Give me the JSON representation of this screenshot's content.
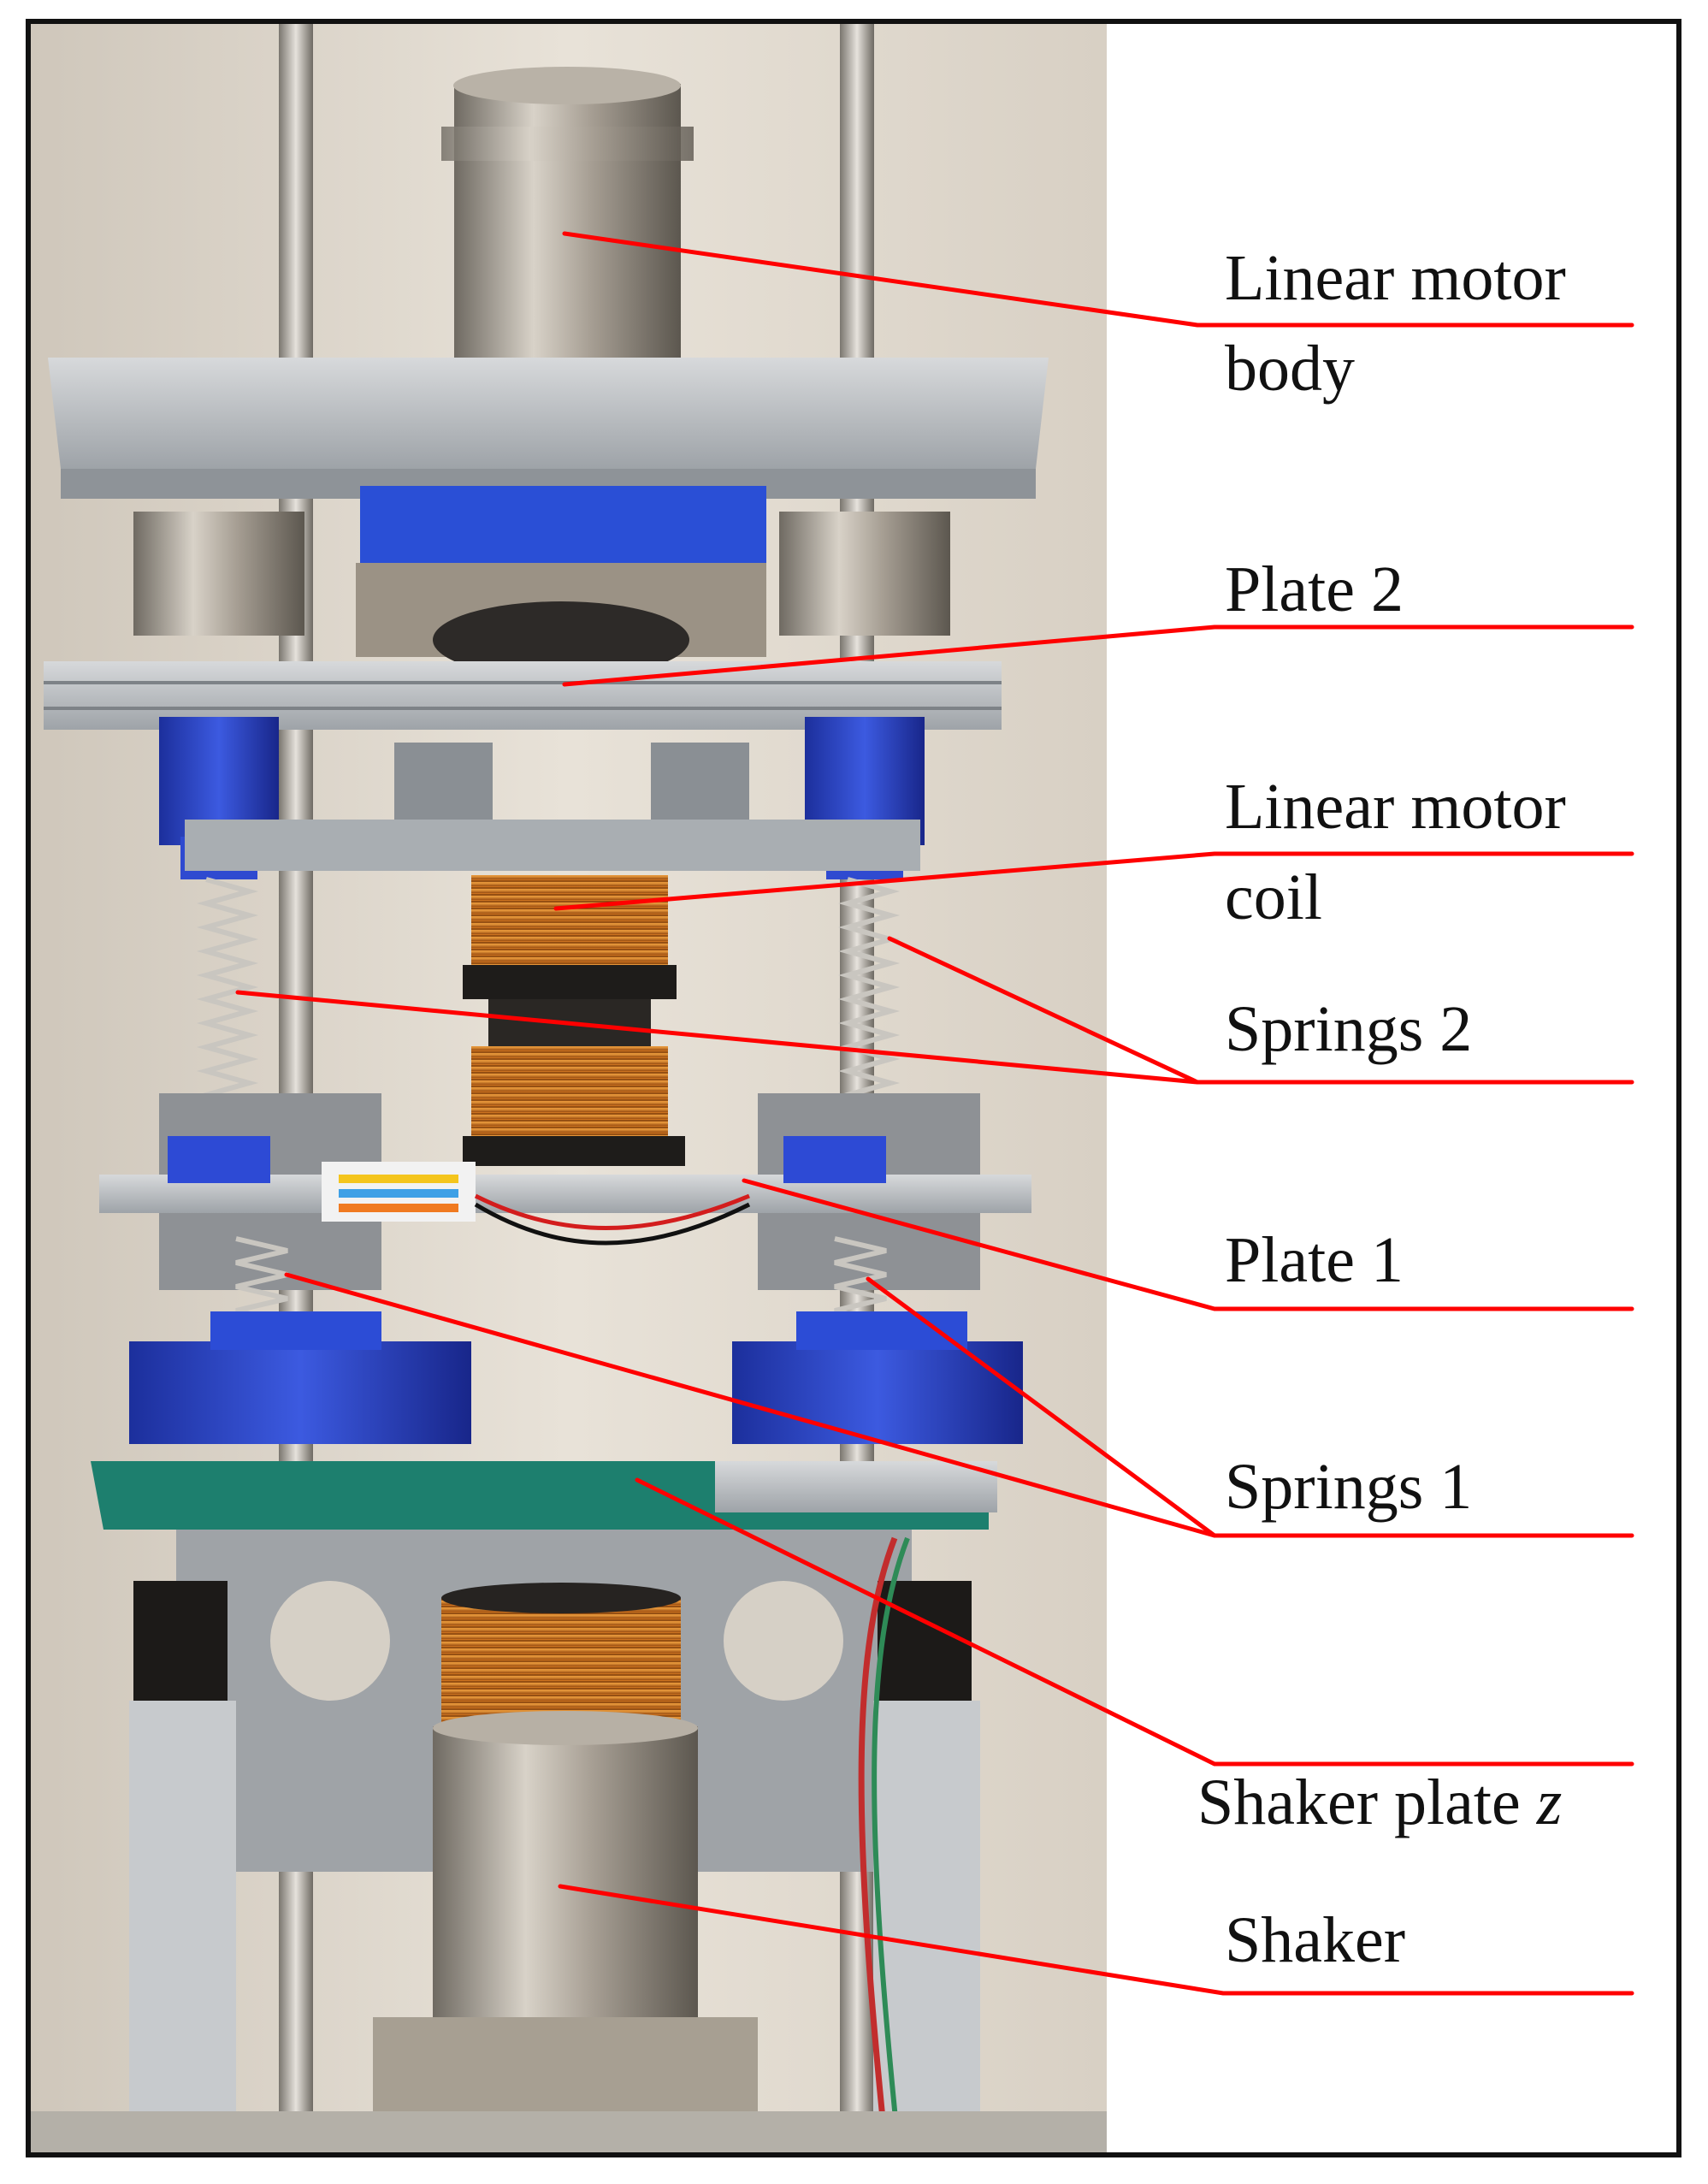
{
  "figure": {
    "background_color": "#f2eee7",
    "leader_color": "#ff0000"
  },
  "callouts": [
    {
      "id": "linear-motor-body",
      "text": "Linear motor\nbody"
    },
    {
      "id": "plate-2",
      "text": "Plate 2"
    },
    {
      "id": "linear-motor-coil",
      "text": "Linear motor\ncoil"
    },
    {
      "id": "springs-2",
      "text": "Springs 2"
    },
    {
      "id": "plate-1",
      "text": "Plate 1"
    },
    {
      "id": "springs-1",
      "text": "Springs 1"
    },
    {
      "id": "shaker-plate-z",
      "text": "Shaker plate ",
      "italic_suffix": "z"
    },
    {
      "id": "shaker",
      "text": "Shaker"
    }
  ]
}
